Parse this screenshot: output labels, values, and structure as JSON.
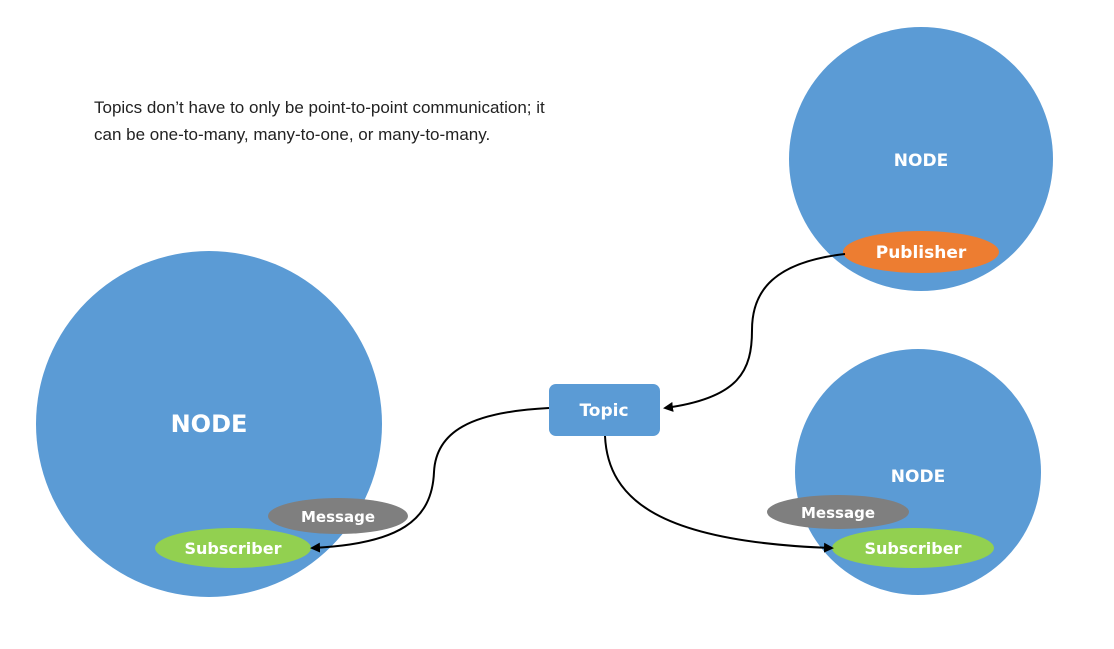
{
  "caption": {
    "line1": "Topics don’t have to only be point-to-point communication; it",
    "line2": "can be one-to-many, many-to-one, or many-to-many."
  },
  "nodes": {
    "top_right": {
      "label": "NODE",
      "pill": "Publisher"
    },
    "left": {
      "label": "NODE",
      "message": "Message",
      "pill": "Subscriber"
    },
    "bottom_right": {
      "label": "NODE",
      "message": "Message",
      "pill": "Subscriber"
    }
  },
  "topic": {
    "label": "Topic"
  },
  "colors": {
    "node": "#5b9bd5",
    "publisher": "#ed7d31",
    "subscriber": "#92d050",
    "message": "#7f7f7f",
    "arrow": "#000000",
    "text": "#222222"
  }
}
